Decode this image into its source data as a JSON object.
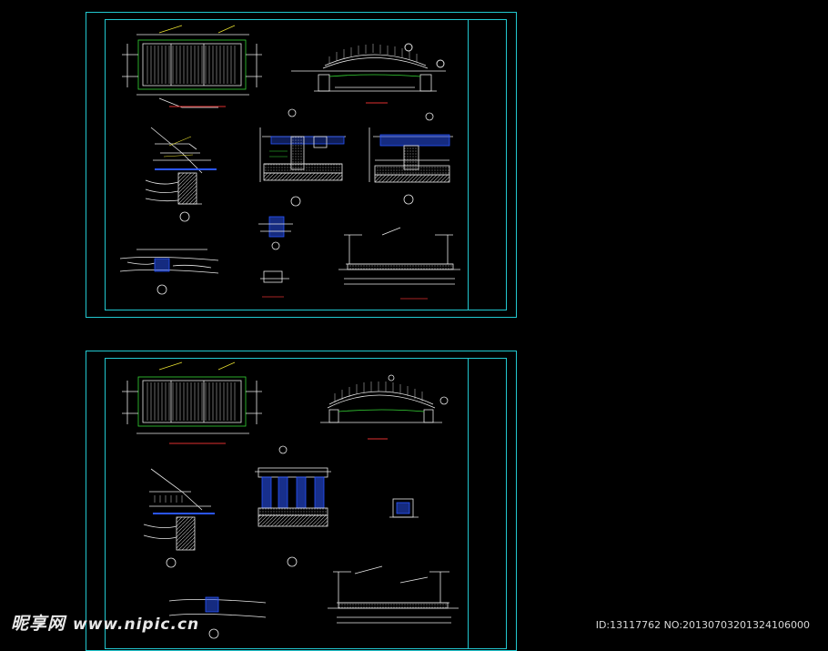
{
  "watermark": {
    "brand": "昵享网",
    "url": "www.nipic.cn"
  },
  "image_id": "ID:13117762 NO:20130703201324106000",
  "colors": {
    "frame": "#22c8d0",
    "line": "#e8e8e8",
    "accent": "#2a56ff",
    "green": "#35d535",
    "yellow": "#e8e030",
    "red": "#e03030"
  }
}
